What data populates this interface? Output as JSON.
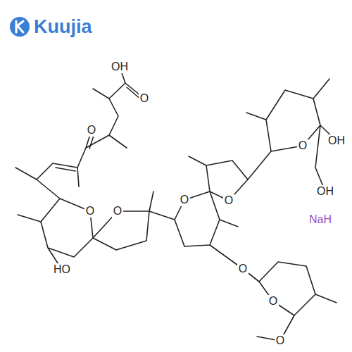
{
  "diagram": {
    "labels": [
      "Kuujia",
      "OH",
      "O",
      "O",
      "OH",
      "O",
      "OH",
      "O",
      "NaH",
      "O",
      "O",
      "O",
      "HO",
      "O",
      "O",
      "O"
    ]
  }
}
